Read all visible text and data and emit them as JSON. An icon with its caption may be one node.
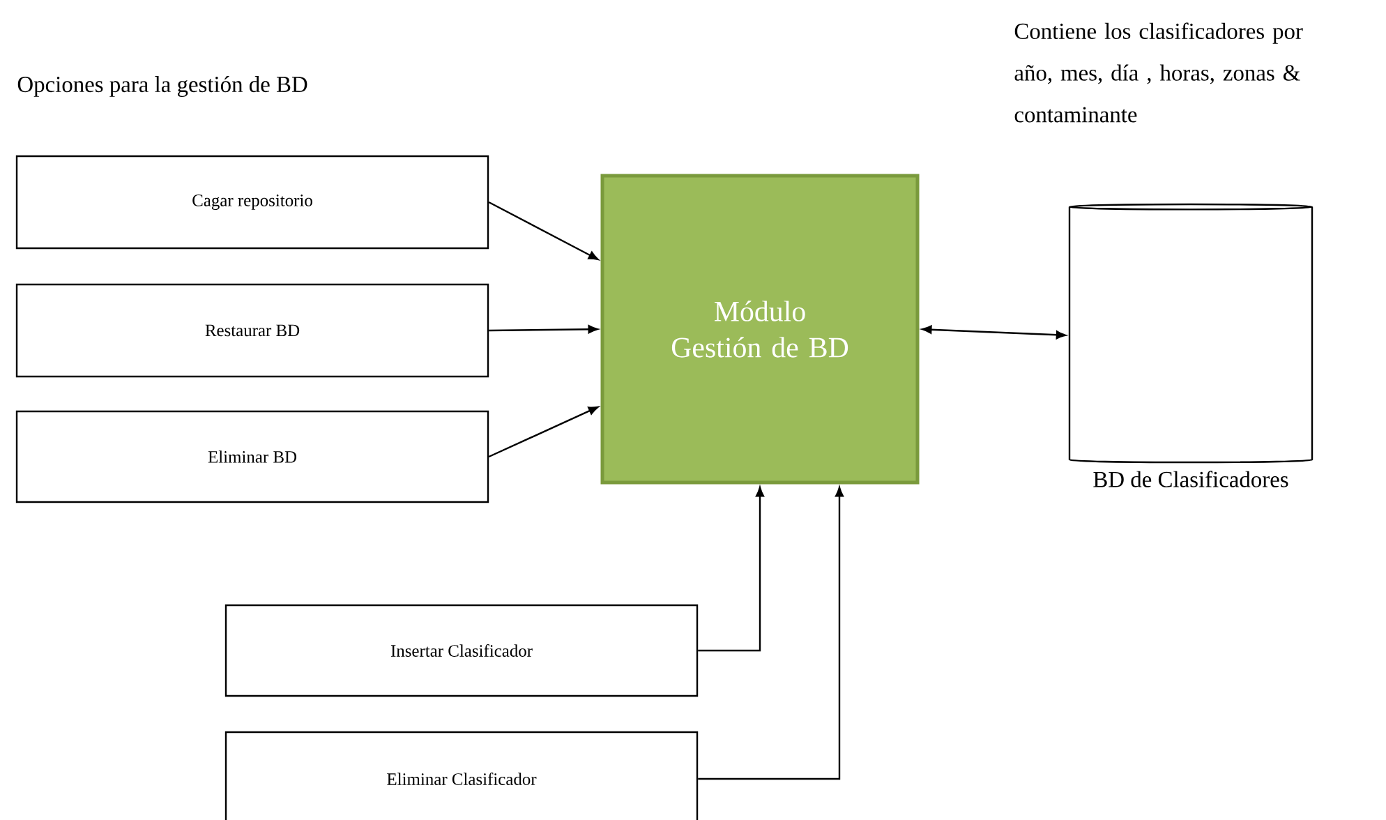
{
  "diagram": {
    "nodes": [
      {
        "text": [
          "Cagar repositorio"
        ]
      },
      {
        "text": [
          "Restaurar BD"
        ]
      },
      {
        "text": [
          "Eliminar BD"
        ]
      },
      {
        "text": [
          "Módulo Gestión de BD"
        ]
      },
      {
        "text": [
          "BD de Clasificadores"
        ]
      },
      {
        "text": [
          "Insertar Clasificador"
        ]
      },
      {
        "text": [
          "Eliminar Clasificador"
        ]
      }
    ],
    "edges": [
      {
        "from": 0,
        "to": 3,
        "arrow": "to"
      },
      {
        "from": 1,
        "to": 3,
        "arrow": "to"
      },
      {
        "from": 2,
        "to": 3,
        "arrow": "to"
      },
      {
        "from": 3,
        "to": 4,
        "arrow": "both"
      },
      {
        "from": 5,
        "to": 3,
        "arrow": "to"
      },
      {
        "from": 6,
        "to": 3,
        "arrow": "to"
      }
    ],
    "labels": [
      "Opciones para la gestión de BD",
      "Contiene los clasificadores por año, mes, día , horas, zonas & contaminante"
    ]
  }
}
